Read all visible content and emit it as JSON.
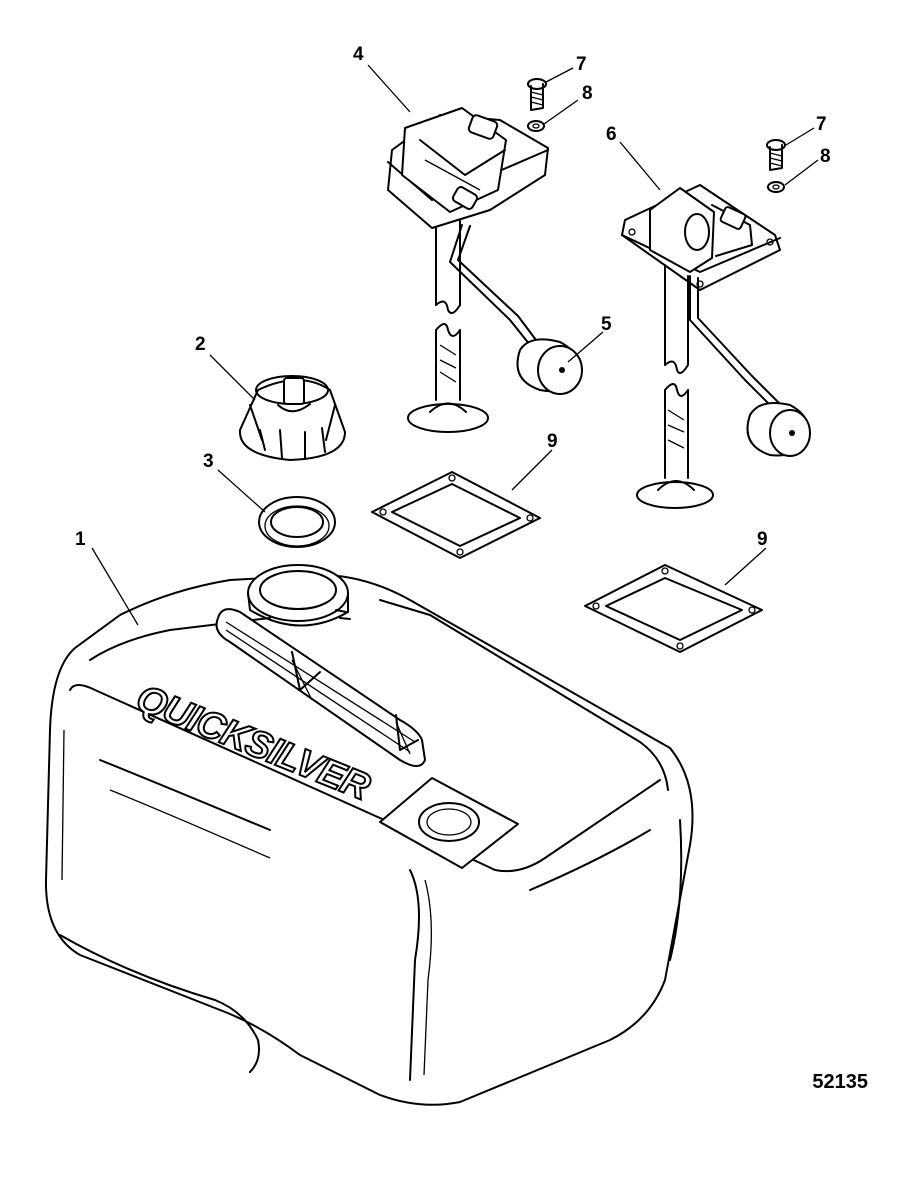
{
  "callouts": [
    {
      "id": "1",
      "label": "1"
    },
    {
      "id": "2",
      "label": "2"
    },
    {
      "id": "3",
      "label": "3"
    },
    {
      "id": "4",
      "label": "4"
    },
    {
      "id": "5",
      "label": "5"
    },
    {
      "id": "6",
      "label": "6"
    },
    {
      "id": "7a",
      "label": "7"
    },
    {
      "id": "8a",
      "label": "8"
    },
    {
      "id": "7b",
      "label": "7"
    },
    {
      "id": "8b",
      "label": "8"
    },
    {
      "id": "9a",
      "label": "9"
    },
    {
      "id": "9b",
      "label": "9"
    }
  ],
  "brand_text": "QUICKSILVER",
  "figure_id": "52135"
}
